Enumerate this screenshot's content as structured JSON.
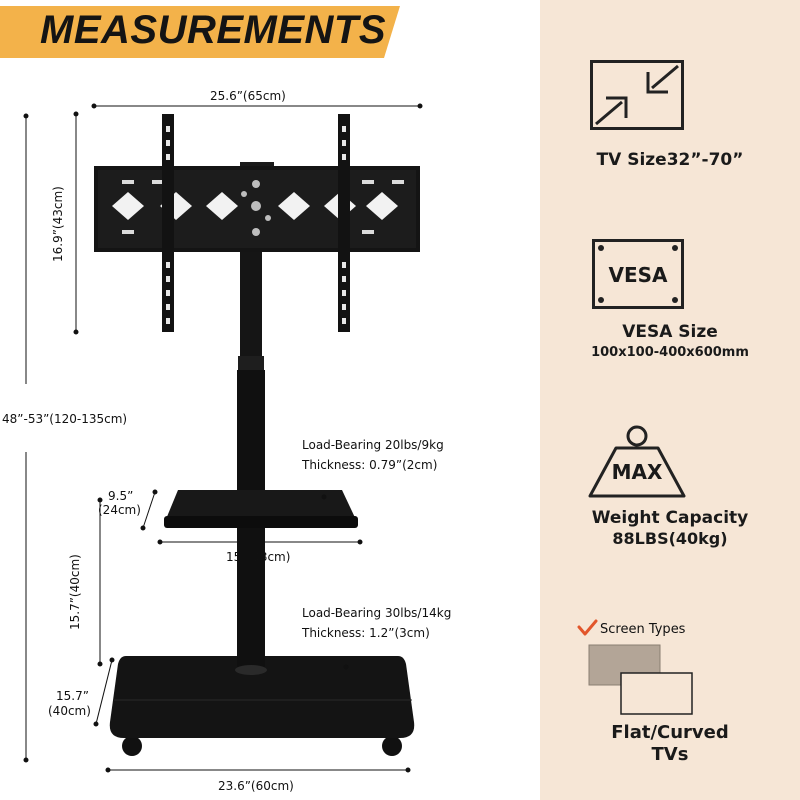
{
  "title": "MEASUREMENTS",
  "colors": {
    "accent": "#f3b24a",
    "panel": "#f6e6d6",
    "check": "#e2562b"
  },
  "dimensions": {
    "width_top": "25.6”(65cm)",
    "height_head": "16.9”(43cm)",
    "height_total": "48”-53”(120-135cm)",
    "shelf_depth_a": "9.5”",
    "shelf_depth_b": "(24cm)",
    "shelf_width": "15”(38cm)",
    "height_shelf": "15.7”(40cm)",
    "base_depth_a": "15.7”",
    "base_depth_b": "(40cm)",
    "base_width": "23.6”(60cm)"
  },
  "shelf_note": {
    "load": "Load-Bearing 20lbs/9kg",
    "thickness": "Thickness: 0.79”(2cm)"
  },
  "base_note": {
    "load": "Load-Bearing 30lbs/14kg",
    "thickness": "Thickness: 1.2”(3cm)"
  },
  "features": {
    "tv_size": {
      "icon": "resize-arrows-icon",
      "label": "TV Size32”-70”"
    },
    "vesa": {
      "icon_text": "VESA",
      "label": "VESA Size",
      "value": "100x100-400x600mm"
    },
    "weight": {
      "icon_text": "MAX",
      "label": "Weight Capacity",
      "value": "88LBS(40kg)"
    },
    "screen": {
      "check_label": "Screen Types",
      "label_line1": "Flat/Curved",
      "label_line2": "TVs"
    }
  }
}
